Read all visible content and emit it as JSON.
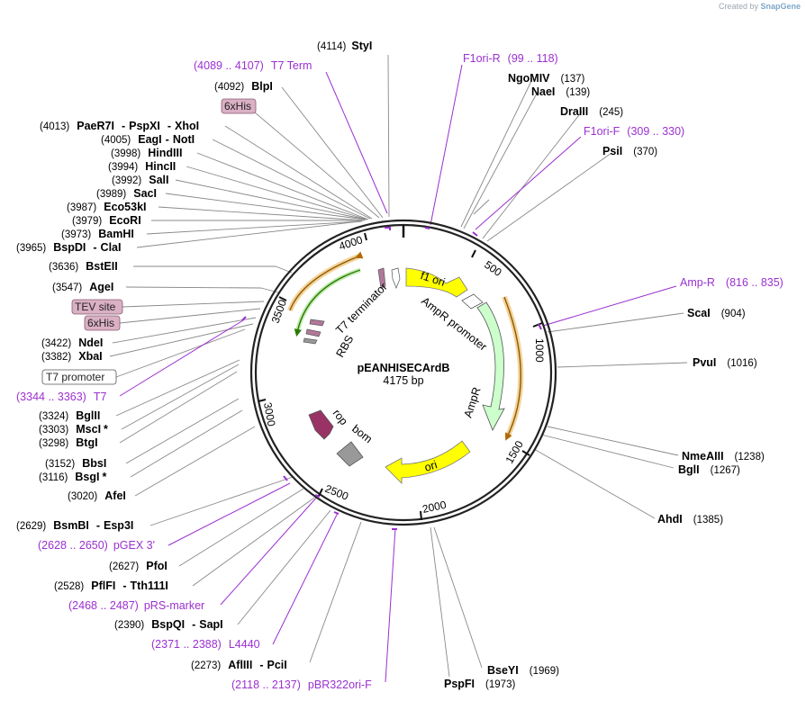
{
  "credit": {
    "prefix": "Created by",
    "brand": "SnapGene"
  },
  "plasmid": {
    "name": "pEANHISECArdB",
    "size": "4175 bp"
  },
  "ticks": [
    "500",
    "1000",
    "1500",
    "2000",
    "2500",
    "3000",
    "3500",
    "4000"
  ],
  "features": {
    "f1_ori": "f1 ori",
    "ampr_promoter": "AmpR promoter",
    "ampr": "AmpR",
    "ori": "ori",
    "rop": "rop",
    "bom": "bom",
    "t7_terminator": "T7 terminator",
    "rbs": "RBS"
  },
  "colors": {
    "f1ori": "#ffff00",
    "ampr": "#ccffcc",
    "rop": "#993366",
    "bom": "#999999",
    "primer": "#9b30d0"
  },
  "labels": {
    "styI": {
      "pos": "(4114)",
      "name": "StyI"
    },
    "t7term": {
      "range": "(4089 .. 4107)",
      "name": "T7 Term"
    },
    "blpI": {
      "pos": "(4092)",
      "name": "BlpI"
    },
    "his6_top": {
      "name": "6xHis"
    },
    "paer7i": {
      "pos": "(4013)",
      "n1": "PaeR7I",
      "sep": "-",
      "n2": "PspXI",
      "n3": "XhoI"
    },
    "eagi": {
      "pos": "(4005)",
      "n1": "EagI",
      "sep": "-",
      "n2": "NotI"
    },
    "hindiii": {
      "pos": "(3998)",
      "name": "HindIII"
    },
    "hincii": {
      "pos": "(3994)",
      "name": "HincII"
    },
    "sali": {
      "pos": "(3992)",
      "name": "SalI"
    },
    "saci": {
      "pos": "(3989)",
      "name": "SacI"
    },
    "eco53ki": {
      "pos": "(3987)",
      "name": "Eco53kI"
    },
    "ecori": {
      "pos": "(3979)",
      "name": "EcoRI"
    },
    "bamhi": {
      "pos": "(3973)",
      "name": "BamHI"
    },
    "bspdi": {
      "pos": "(3965)",
      "n1": "BspDI",
      "sep": "-",
      "n2": "ClaI"
    },
    "bsteii": {
      "pos": "(3636)",
      "name": "BstEII"
    },
    "agei": {
      "pos": "(3547)",
      "name": "AgeI"
    },
    "tev": {
      "name": "TEV site"
    },
    "his6_mid": {
      "name": "6xHis"
    },
    "ndei": {
      "pos": "(3422)",
      "name": "NdeI"
    },
    "xbai": {
      "pos": "(3382)",
      "name": "XbaI"
    },
    "t7prom": {
      "name": "T7 promoter"
    },
    "t7": {
      "range": "(3344 .. 3363)",
      "name": "T7"
    },
    "bglii": {
      "pos": "(3324)",
      "name": "BglII"
    },
    "msci": {
      "pos": "(3303)",
      "name": "MscI",
      "star": "*"
    },
    "btgi": {
      "pos": "(3298)",
      "name": "BtgI"
    },
    "bbsi": {
      "pos": "(3152)",
      "name": "BbsI"
    },
    "bsgi": {
      "pos": "(3116)",
      "name": "BsgI",
      "star": "*"
    },
    "afei": {
      "pos": "(3020)",
      "name": "AfeI"
    },
    "bsmbi": {
      "pos": "(2629)",
      "n1": "BsmBI",
      "sep": "-",
      "n2": "Esp3I"
    },
    "pgex3": {
      "range": "(2628 .. 2650)",
      "name": "pGEX 3'"
    },
    "pfoi": {
      "pos": "(2627)",
      "name": "PfoI"
    },
    "pflfi": {
      "pos": "(2528)",
      "n1": "PflFI",
      "sep": "-",
      "n2": "Tth111I"
    },
    "prs": {
      "range": "(2468 .. 2487)",
      "name": "pRS-marker"
    },
    "bspqi": {
      "pos": "(2390)",
      "n1": "BspQI",
      "sep": "-",
      "n2": "SapI"
    },
    "l4440": {
      "range": "(2371 .. 2388)",
      "name": "L4440"
    },
    "afliii": {
      "pos": "(2273)",
      "n1": "AflIII",
      "sep": "-",
      "n2": "PciI"
    },
    "pbr322": {
      "range": "(2118 .. 2137)",
      "name": "pBR322ori-F"
    },
    "f1orir": {
      "name": "F1ori-R",
      "range": "(99 .. 118)"
    },
    "ngomiv": {
      "name": "NgoMIV",
      "pos": "(137)"
    },
    "naei": {
      "name": "NaeI",
      "pos": "(139)"
    },
    "draiii": {
      "name": "DraIII",
      "pos": "(245)"
    },
    "f1orif": {
      "name": "F1ori-F",
      "range": "(309 .. 330)"
    },
    "psii": {
      "name": "PsiI",
      "pos": "(370)"
    },
    "ampr_p": {
      "name": "Amp-R",
      "range": "(816 .. 835)"
    },
    "scai": {
      "name": "ScaI",
      "pos": "(904)"
    },
    "pvui": {
      "name": "PvuI",
      "pos": "(1016)"
    },
    "nmeaiii": {
      "name": "NmeAIII",
      "pos": "(1238)"
    },
    "bgli": {
      "name": "BglI",
      "pos": "(1267)"
    },
    "ahdi": {
      "name": "AhdI",
      "pos": "(1385)"
    },
    "bseyi": {
      "name": "BseYI",
      "pos": "(1969)"
    },
    "pspfi": {
      "name": "PspFI",
      "pos": "(1973)"
    }
  }
}
